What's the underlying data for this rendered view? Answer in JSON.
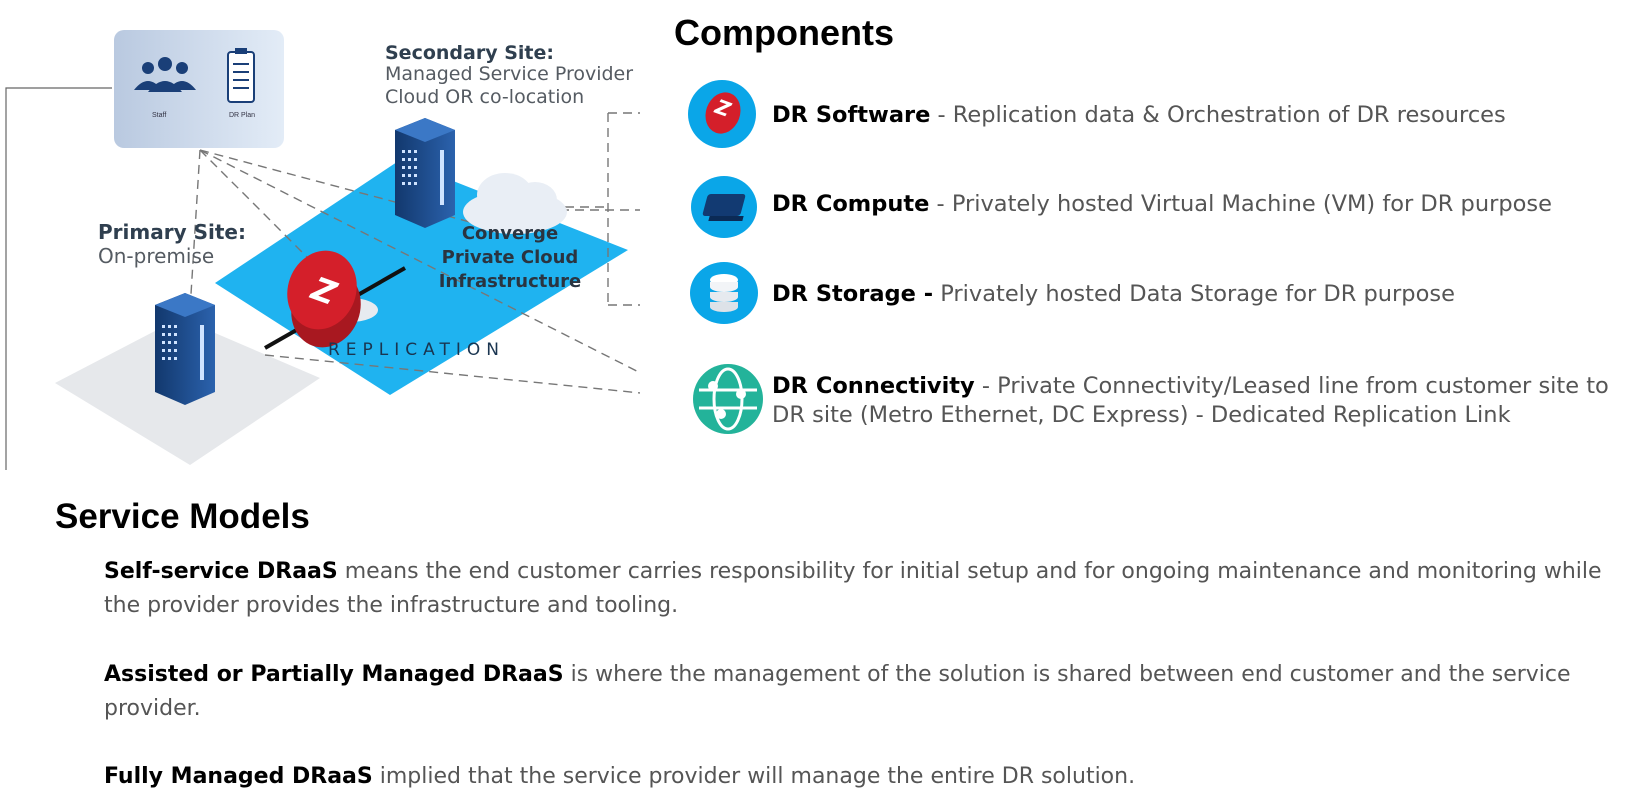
{
  "diagram": {
    "staff_label": "Staff",
    "drplan_label": "DR Plan",
    "secondary_title": "Secondary Site:",
    "secondary_line1": "Managed Service Provider",
    "secondary_line2": "Cloud OR co-location",
    "primary_title": "Primary Site:",
    "primary_sub": "On-premise",
    "cloud_line1": "Converge",
    "cloud_line2": "Private Cloud",
    "cloud_line3": "Infrastructure",
    "replication_label": "REPLICATION",
    "zerto_letter": "Z"
  },
  "components": {
    "heading": "Components",
    "items": [
      {
        "title": "DR Software",
        "desc": " - Replication data & Orchestration of DR resources",
        "icon": "zerto-icon"
      },
      {
        "title": "DR Compute",
        "desc": " - Privately hosted Virtual Machine (VM) for DR purpose",
        "icon": "compute-icon"
      },
      {
        "title": "DR Storage -",
        "desc": " Privately hosted Data Storage for DR purpose",
        "icon": "storage-icon"
      },
      {
        "title": "DR Connectivity",
        "desc": " - Private Connectivity/Leased line from customer site to DR site (Metro Ethernet, DC Express) - Dedicated Replication Link",
        "icon": "network-globe-icon"
      }
    ]
  },
  "service_models": {
    "heading": "Service Models",
    "items": [
      {
        "title": "Self-service DRaaS",
        "desc": " means the end customer carries responsibility for initial setup and for ongoing maintenance and monitoring while the provider provides the infrastructure and tooling."
      },
      {
        "title": "Assisted or Partially Managed DRaaS",
        "desc": " is where the management of the solution is shared between end customer and the service provider."
      },
      {
        "title": "Fully Managed DRaaS",
        "desc": " implied that the service provider will manage the entire DR solution."
      }
    ]
  },
  "colors": {
    "platform": "#1fb3f0",
    "server": "#1a4a8a",
    "zerto_red": "#d41f2a",
    "icon_blue": "#0aa6e8",
    "globe_teal": "#23b39a"
  }
}
